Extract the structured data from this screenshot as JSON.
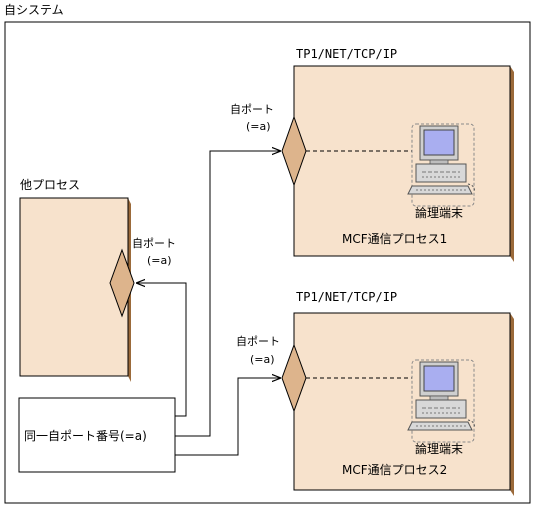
{
  "diagram": {
    "system_label": "自システム",
    "other_process": {
      "title": "他プロセス",
      "port_label": "自ポート",
      "port_value": "(=a)"
    },
    "mcf1": {
      "protocol": "TP1/NET/TCP/IP",
      "port_label": "自ポート",
      "port_value": "(=a)",
      "terminal_label": "論理端末",
      "name": "MCF通信プロセス1"
    },
    "mcf2": {
      "protocol": "TP1/NET/TCP/IP",
      "port_label": "自ポート",
      "port_value": "(=a)",
      "terminal_label": "論理端末",
      "name": "MCF通信プロセス2"
    },
    "shared_port_box": "同一自ポート番号(=a)"
  },
  "colors": {
    "box_fill": "#f7e2cc",
    "box_shadow": "#9b6a3a",
    "port_fill": "#ddb48c",
    "screen": "#a9aef0",
    "terminal_body": "#d8d8d8"
  }
}
